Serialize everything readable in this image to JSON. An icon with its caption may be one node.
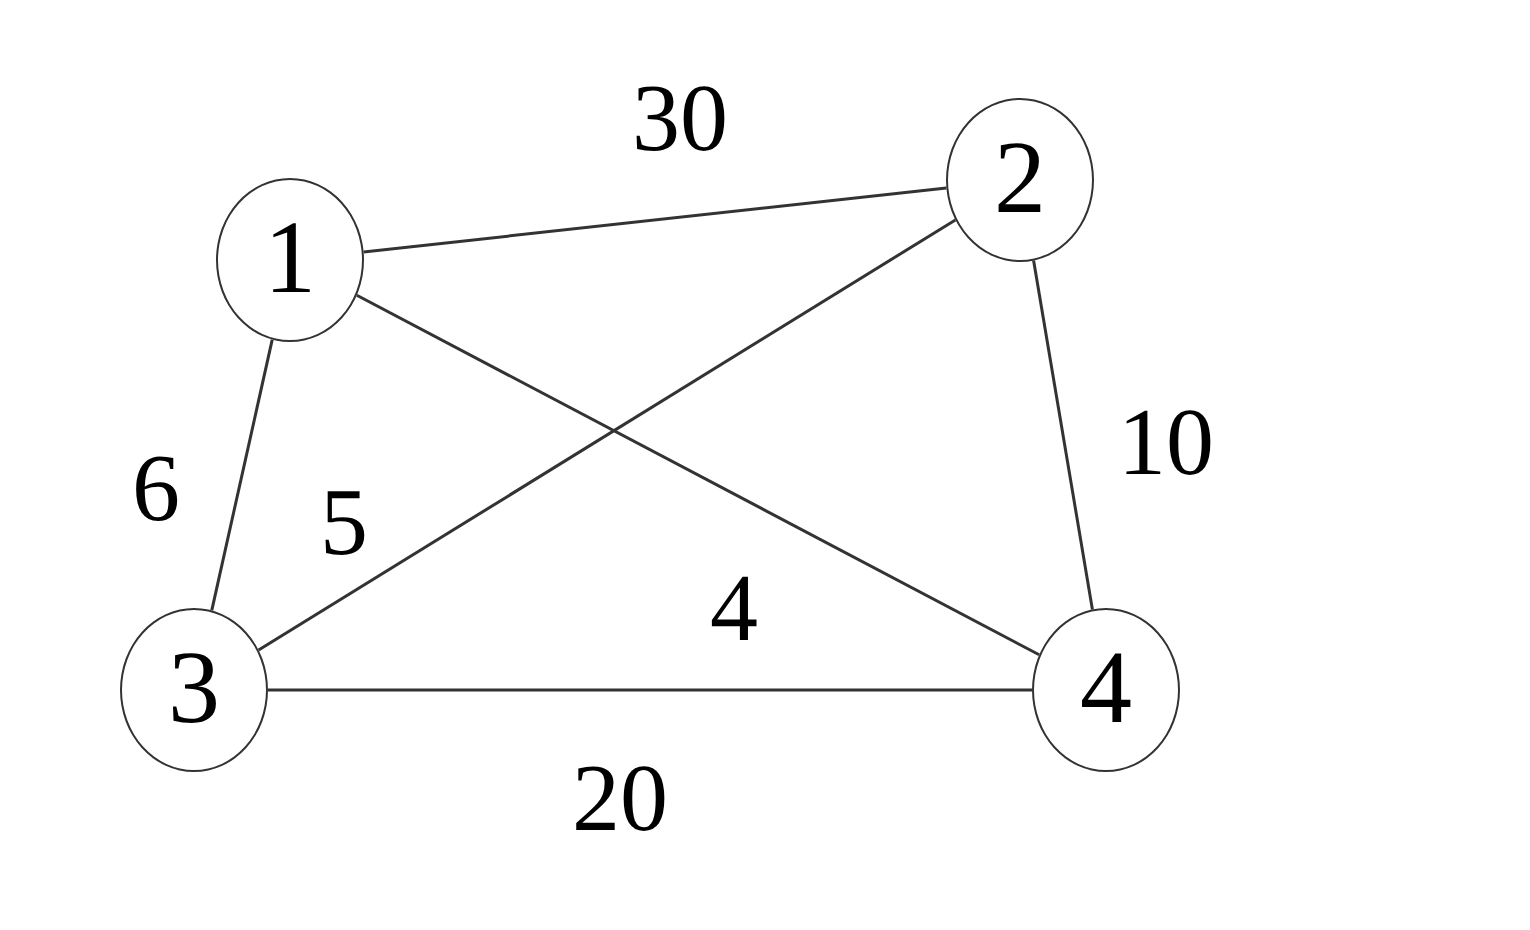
{
  "diagram": {
    "nodes": [
      {
        "text": [
          "1"
        ]
      },
      {
        "text": [
          "2"
        ]
      },
      {
        "text": [
          "3"
        ]
      },
      {
        "text": [
          "4"
        ]
      }
    ],
    "edges": [
      {
        "from": 0,
        "to": 1,
        "arrow": "none",
        "label": "30"
      },
      {
        "from": 0,
        "to": 2,
        "arrow": "none",
        "label": "6"
      },
      {
        "from": 1,
        "to": 2,
        "arrow": "none",
        "label": "5"
      },
      {
        "from": 0,
        "to": 3,
        "arrow": "none",
        "label": "4"
      },
      {
        "from": 1,
        "to": 3,
        "arrow": "none",
        "label": "10"
      },
      {
        "from": 2,
        "to": 3,
        "arrow": "none",
        "label": "20"
      }
    ]
  }
}
